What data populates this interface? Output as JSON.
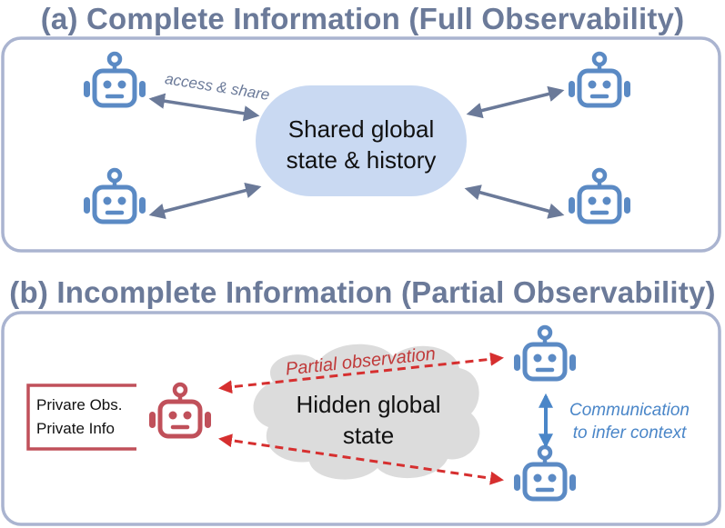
{
  "panel_a": {
    "title": "(a) Complete Information (Full Observability)",
    "center_label_line1": "Shared global",
    "center_label_line2": "state & history",
    "arrow_label": "access & share"
  },
  "panel_b": {
    "title": "(b) Incomplete Information (Partial Observability)",
    "cloud_label_line1": "Hidden global",
    "cloud_label_line2": "state",
    "partial_label": "Partial observation",
    "comm_label_line1": "Communication",
    "comm_label_line2": "to infer context",
    "private_line1": "Privare Obs.",
    "private_line2": "Private Info"
  },
  "colors": {
    "frame": "#aab4d0",
    "title": "#6b7a99",
    "robot_blue": "#5b8ac4",
    "robot_red": "#c0505a",
    "ellipse_fill": "#c9d9f2",
    "cloud_fill": "#dcdcdc",
    "arrow_gray": "#6b7a99",
    "arrow_red": "#d62f2f",
    "comm_text": "#4a86c8",
    "partial_text": "#c03a3a"
  },
  "icons": [
    "robot-icon"
  ]
}
